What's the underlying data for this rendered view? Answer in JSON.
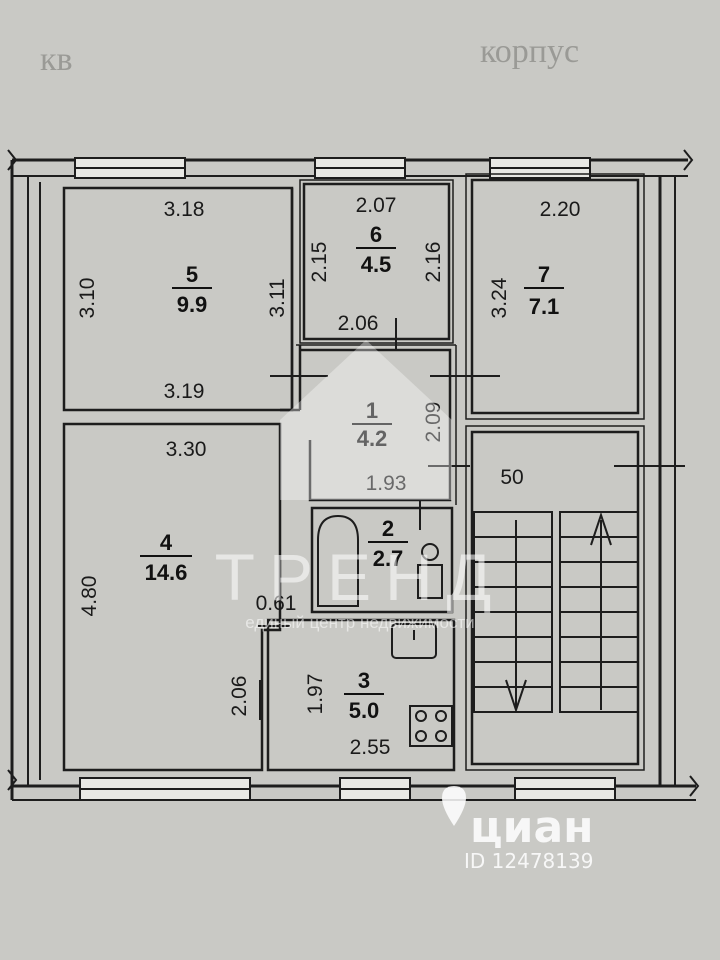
{
  "header_fragments": {
    "left": "кв",
    "right": "корпус"
  },
  "rooms": [
    {
      "id": "5",
      "number": "5",
      "area": "9.9"
    },
    {
      "id": "6",
      "number": "6",
      "area": "4.5"
    },
    {
      "id": "7",
      "number": "7",
      "area": "7.1"
    },
    {
      "id": "1",
      "number": "1",
      "area": "4.2"
    },
    {
      "id": "2",
      "number": "2",
      "area": "2.7"
    },
    {
      "id": "4",
      "number": "4",
      "area": "14.6"
    },
    {
      "id": "3",
      "number": "3",
      "area": "5.0"
    }
  ],
  "dimensions": {
    "r5_top": "3.18",
    "r5_left": "3.10",
    "r5_right": "3.11",
    "r5_bottom": "3.19",
    "r6_top": "2.07",
    "r6_left": "2.15",
    "r6_right": "2.16",
    "r6_bottom": "2.06",
    "r7_top": "2.20",
    "r7_left": "3.24",
    "r1_right": "2.09",
    "r1_bottom": "1.93",
    "stair": "50",
    "r4_top": "3.30",
    "r4_left": "4.80",
    "r4_small": "0.61",
    "r4_lower": "2.06",
    "r3_left": "1.97",
    "r3_bottom": "2.55"
  },
  "watermark": {
    "brand": "ТРЕНД",
    "tagline": "единый центр недвижимости"
  },
  "listing_badge": {
    "brand": "циан",
    "id_text": "ID 12478139"
  }
}
